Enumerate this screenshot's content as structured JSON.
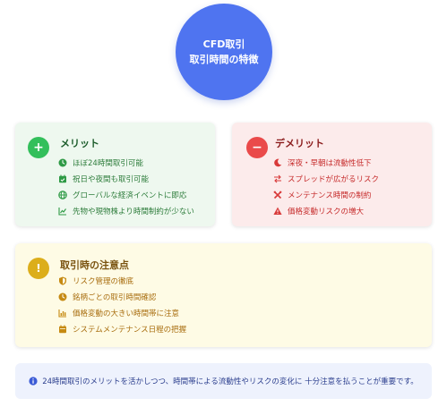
{
  "hero": {
    "line1": "CFD取引",
    "line2": "取引時間の特徴",
    "color": "#4f74f0"
  },
  "merit": {
    "badge": "+",
    "title": "メリット",
    "color": "#33bf5b",
    "items": [
      {
        "icon": "clock-icon",
        "label": "ほぼ24時間取引可能"
      },
      {
        "icon": "calendar-check-icon",
        "label": "祝日や夜間も取引可能"
      },
      {
        "icon": "globe-icon",
        "label": "グローバルな経済イベントに即応"
      },
      {
        "icon": "line-chart-icon",
        "label": "先物や現物株より時間制約が少ない"
      }
    ]
  },
  "demerit": {
    "badge": "−",
    "title": "デメリット",
    "color": "#ea4a4a",
    "items": [
      {
        "icon": "moon-icon",
        "label": "深夜・早朝は流動性低下"
      },
      {
        "icon": "exchange-icon",
        "label": "スプレッドが広がるリスク"
      },
      {
        "icon": "tools-icon",
        "label": "メンテナンス時間の制約"
      },
      {
        "icon": "warning-icon",
        "label": "価格変動リスクの増大"
      }
    ]
  },
  "caution": {
    "badge": "!",
    "title": "取引時の注意点",
    "color": "#dcae1b",
    "items": [
      {
        "icon": "shield-icon",
        "label": "リスク管理の徹底"
      },
      {
        "icon": "clock-icon",
        "label": "銘柄ごとの取引時間確認"
      },
      {
        "icon": "bar-chart-icon",
        "label": "価格変動の大きい時間帯に注意"
      },
      {
        "icon": "calendar-icon",
        "label": "システムメンテナンス日程の把握"
      }
    ]
  },
  "note": {
    "icon": "info-icon",
    "text": "24時間取引のメリットを活かしつつ、時間帯による流動性やリスクの変化に 十分注意を払うことが重要です。"
  }
}
